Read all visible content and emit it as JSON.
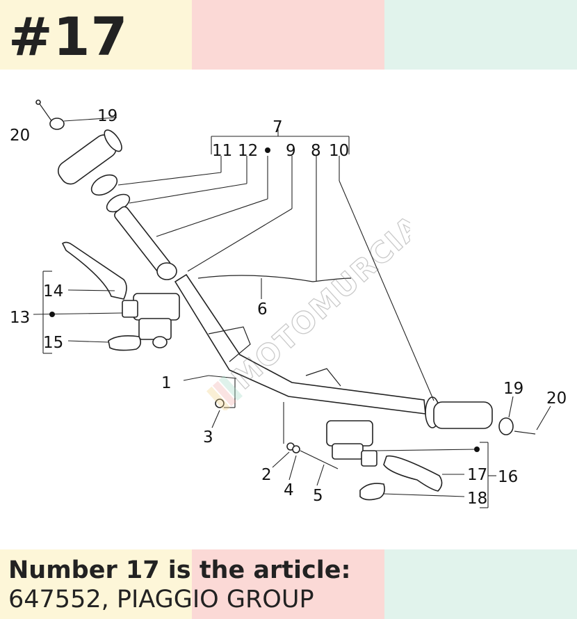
{
  "header": {
    "number": "#17"
  },
  "footer": {
    "line1": "Number 17 is the article:",
    "line2": "647552, PIAGGIO GROUP"
  },
  "watermark": {
    "text": "MOTOMURCIA"
  },
  "callouts": {
    "c1": "1",
    "c2": "2",
    "c3": "3",
    "c4": "4",
    "c5": "5",
    "c6": "6",
    "c7": "7",
    "c8": "8",
    "c9": "9",
    "c10": "10",
    "c11": "11",
    "c12": "12",
    "c13": "13",
    "c14": "14",
    "c15": "15",
    "c16": "16",
    "c17": "17",
    "c18": "18",
    "c19a": "19",
    "c20a": "20",
    "c19b": "19",
    "c20b": "20"
  },
  "colors": {
    "band_yellow": "#fdf6d8",
    "band_pink": "#fbd9d6",
    "band_mint": "#e1f3ec"
  }
}
